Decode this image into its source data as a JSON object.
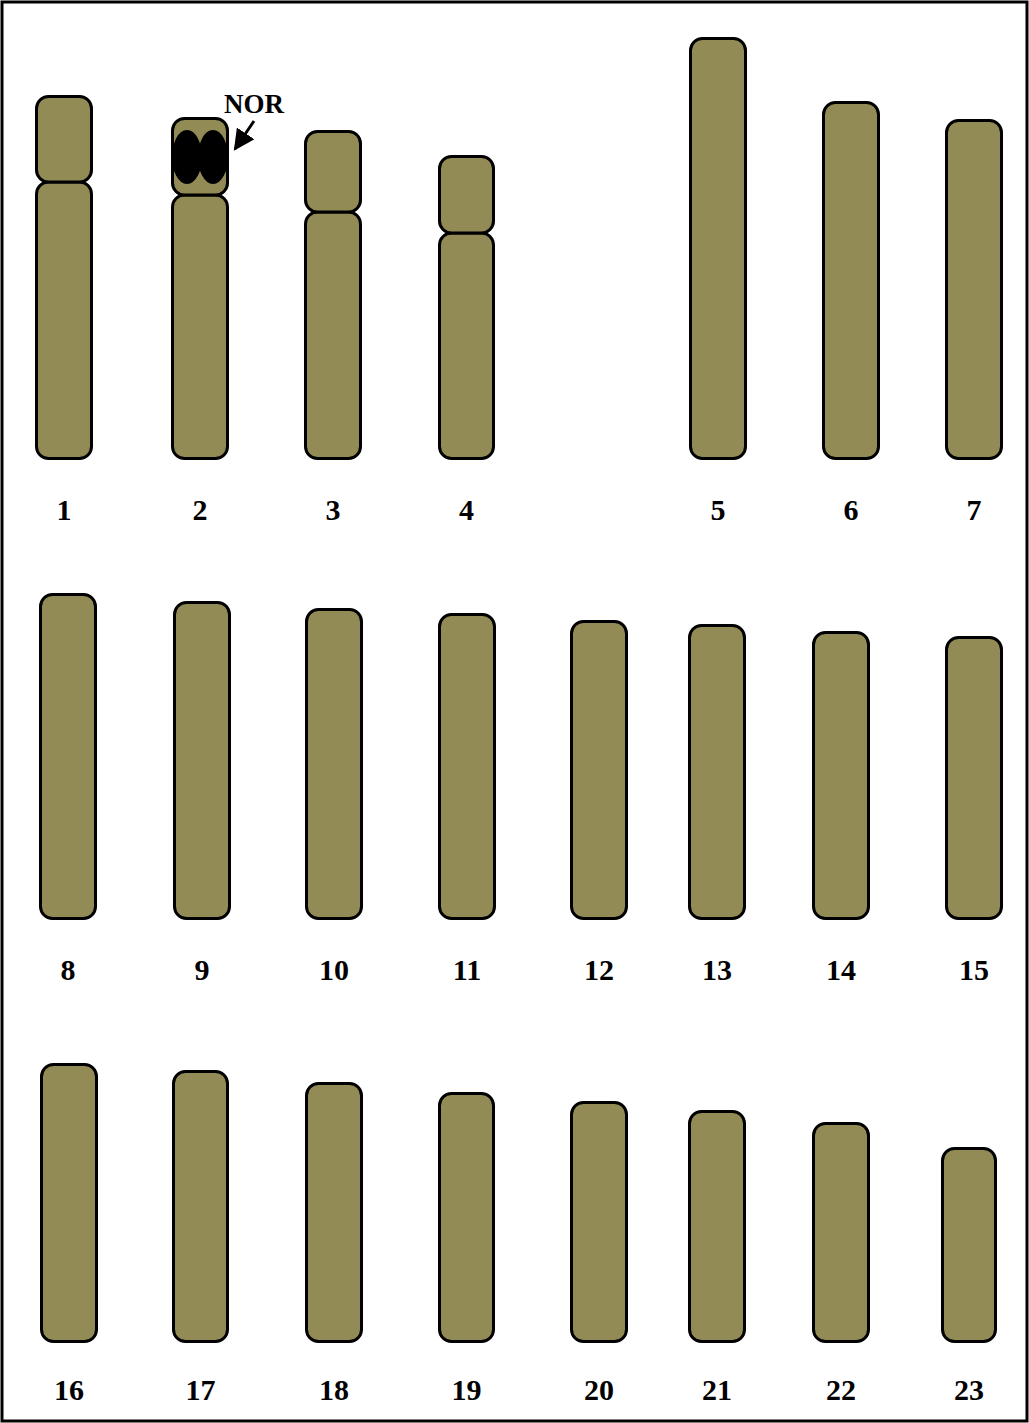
{
  "diagram": {
    "nodes": [
      {
        "text": [
          "1"
        ]
      },
      {
        "text": [
          "2"
        ]
      },
      {
        "text": [
          "3"
        ]
      },
      {
        "text": [
          "4"
        ]
      },
      {
        "text": [
          "5"
        ]
      },
      {
        "text": [
          "6"
        ]
      },
      {
        "text": [
          "7"
        ]
      },
      {
        "text": [
          "8"
        ]
      },
      {
        "text": [
          "9"
        ]
      },
      {
        "text": [
          "10"
        ]
      },
      {
        "text": [
          "11"
        ]
      },
      {
        "text": [
          "12"
        ]
      },
      {
        "text": [
          "13"
        ]
      },
      {
        "text": [
          "14"
        ]
      },
      {
        "text": [
          "15"
        ]
      },
      {
        "text": [
          "16"
        ]
      },
      {
        "text": [
          "17"
        ]
      },
      {
        "text": [
          "18"
        ]
      },
      {
        "text": [
          "19"
        ]
      },
      {
        "text": [
          "20"
        ]
      },
      {
        "text": [
          "21"
        ]
      },
      {
        "text": [
          "22"
        ]
      },
      {
        "text": [
          "23"
        ]
      }
    ],
    "labels": [
      "NOR"
    ]
  }
}
